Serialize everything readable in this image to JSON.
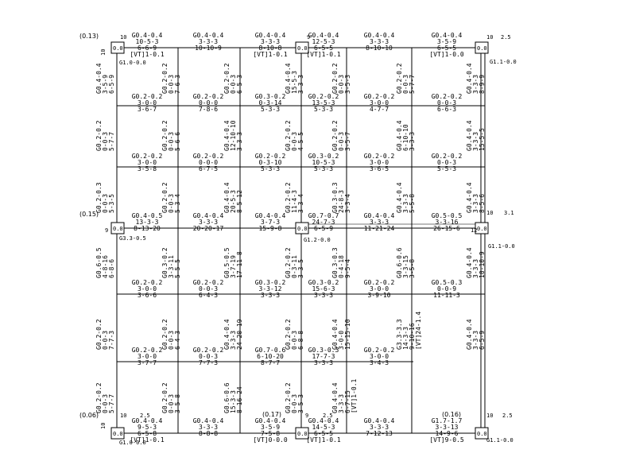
{
  "diagram": {
    "coef_labels": [
      "(0.13)",
      "(0.15)",
      "(0.06)",
      "(0.17)",
      "(0.16)"
    ],
    "column_value": "0.0",
    "column_tags": [
      "10",
      "9",
      "12",
      "2.5",
      "3.1"
    ],
    "joint_marks": [
      "G1.1-0.0",
      "G1.2-0.0",
      "G3.3-0.5",
      "G1.0-0.0"
    ],
    "beam_top": [
      {
        "group": "G0.4-0.4",
        "values": [
          "10-5-3",
          "6-6-9"
        ],
        "tag": "[VT]1-0.1"
      },
      {
        "group": "G0.4-0.4",
        "values": [
          "3-3-3",
          "10-10-9"
        ]
      },
      {
        "group": "G0.4-0.4",
        "values": [
          "3-3-3",
          "8-10-8"
        ],
        "tag": "[VT]1-0.1"
      },
      {
        "group": "G0.4-0.4",
        "values": [
          "12-5-3",
          "6-5-5"
        ],
        "tag": "[VT]1-0.1"
      },
      {
        "group": "G0.4-0.4",
        "values": [
          "3-3-3",
          "8-10-10"
        ]
      },
      {
        "group": "G0.4-0.4",
        "values": [
          "3-5-9",
          "6-5-5"
        ],
        "tag": "[VT]1-0.0"
      }
    ],
    "beam_row2": [
      {
        "group": "G0.2-0.2",
        "values": [
          "3-0-0",
          "3-6-7"
        ]
      },
      {
        "group": "G0.2-0.2",
        "values": [
          "0-0-0",
          "7-8-6"
        ]
      },
      {
        "group": "G0.3-0.2",
        "values": [
          "0-3-14",
          "5-3-3"
        ]
      },
      {
        "group": "G0.2-0.2",
        "values": [
          "13-5-3",
          "5-3-3"
        ]
      },
      {
        "group": "G0.2-0.2",
        "values": [
          "3-0-0",
          "4-7-7"
        ]
      },
      {
        "group": "G0.2-0.2",
        "values": [
          "0-0-3",
          "6-6-3"
        ]
      }
    ],
    "beam_row3": [
      {
        "group": "G0.2-0.2",
        "values": [
          "3-0-0",
          "3-5-8"
        ]
      },
      {
        "group": "G0.2-0.2",
        "values": [
          "0-0-0",
          "6-7-5"
        ]
      },
      {
        "group": "G0.2-0.2",
        "values": [
          "0-3-10",
          "5-3-3"
        ]
      },
      {
        "group": "G0.3-0.2",
        "values": [
          "10-5-3",
          "5-3-3"
        ]
      },
      {
        "group": "G0.2-0.2",
        "values": [
          "3-0-0",
          "3-6-5"
        ]
      },
      {
        "group": "G0.2-0.2",
        "values": [
          "0-0-3",
          "5-5-3"
        ]
      }
    ],
    "beam_mid": [
      {
        "group": "G0.4-0.5",
        "values": [
          "13-3-3",
          "8-13-20"
        ]
      },
      {
        "group": "G0.4-0.4",
        "values": [
          "3-3-3",
          "20-20-17"
        ]
      },
      {
        "group": "G0.4-0.4",
        "values": [
          "3-7-3",
          "15-9-8"
        ]
      },
      {
        "group": "G0.7-0.7",
        "values": [
          "24-7-3",
          "6-5-9"
        ]
      },
      {
        "group": "G0.4-0.4",
        "values": [
          "3-3-3",
          "11-21-24"
        ]
      },
      {
        "group": "G0.5-0.5",
        "values": [
          "3-3-16",
          "26-15-6"
        ]
      }
    ],
    "beam_row5": [
      {
        "group": "G0.2-0.2",
        "values": [
          "3-0-0",
          "3-6-6"
        ]
      },
      {
        "group": "G0.2-0.2",
        "values": [
          "0-0-3",
          "6-4-3"
        ]
      },
      {
        "group": "G0.3-0.2",
        "values": [
          "3-3-12",
          "3-3-3"
        ]
      },
      {
        "group": "G0.3-0.2",
        "values": [
          "15-6-3",
          "3-3-3"
        ]
      },
      {
        "group": "G0.2-0.2",
        "values": [
          "3-0-0",
          "3-9-10"
        ]
      },
      {
        "group": "G0.5-0.3",
        "values": [
          "0-0-9",
          "11-11-3"
        ]
      }
    ],
    "beam_row6": [
      {
        "group": "G0.2-0.2",
        "values": [
          "3-0-0",
          "3-7-7"
        ]
      },
      {
        "group": "G0.2-0.2",
        "values": [
          "0-0-3",
          "7-7-3"
        ]
      },
      {
        "group": "G0.7-0.6",
        "values": [
          "6-10-20",
          "8-7-7"
        ]
      },
      {
        "group": "G0.3-0.3",
        "values": [
          "17-7-3",
          "3-3-3"
        ]
      },
      {
        "group": "G0.2-0.2",
        "values": [
          "3-0-0",
          "3-4-3"
        ]
      }
    ],
    "beam_bottom": [
      {
        "group": "G0.4-0.4",
        "values": [
          "9-5-3",
          "6-5-8"
        ],
        "tag": "[VT]1-0.1"
      },
      {
        "group": "G0.4-0.4",
        "values": [
          "3-3-3",
          "8-8-8"
        ]
      },
      {
        "group": "G0.4-0.4",
        "values": [
          "3-5-9",
          "7-5-8"
        ],
        "tag": "[VT]0-0.0"
      },
      {
        "group": "G0.4-0.4",
        "values": [
          "14-5-3",
          "6-5-5"
        ],
        "tag": "[VT]1-0.1"
      },
      {
        "group": "G0.4-0.4",
        "values": [
          "3-3-3",
          "7-12-13"
        ]
      },
      {
        "group": "G1.7-1.7",
        "values": [
          "3-3-13",
          "14-9-6"
        ],
        "tag": "[VT]9-0.5"
      }
    ],
    "vertical_labels": [
      {
        "group": "G0.4-0.4",
        "values": [
          "3-5-9",
          "6-5-9"
        ]
      },
      {
        "group": "G0.2-0.2",
        "values": [
          "0-0-3",
          "7-6-3"
        ]
      },
      {
        "group": "G0.2-0.2",
        "values": [
          "0-0-3",
          "6-5-3"
        ]
      },
      {
        "group": "G0.4-0.4",
        "values": [
          "15-5-3",
          "3-3-3"
        ]
      },
      {
        "group": "G0.2-0.2",
        "values": [
          "0-0-3",
          "3-5-3"
        ]
      },
      {
        "group": "G0.2-0.2",
        "values": [
          "0-0-3",
          "5-7-7"
        ]
      },
      {
        "group": "G0.4-0.4",
        "values": [
          "3-3-3",
          "8-9-9"
        ]
      },
      {
        "group": "G0.2-0.2",
        "values": [
          "0-0-3",
          "5-7-7"
        ]
      },
      {
        "group": "G0.2-0.2",
        "values": [
          "0-0-3",
          "5-6-6"
        ]
      },
      {
        "group": "G0.4-0.4",
        "values": [
          "12-10-10",
          "3-3-3"
        ]
      },
      {
        "group": "G0.2-0.2",
        "values": [
          "0-0-3",
          "4-5-5"
        ]
      },
      {
        "group": "G0.2-0.2",
        "values": [
          "0-0-3",
          "3-5-7"
        ]
      },
      {
        "group": "G0.4-0.4",
        "values": [
          "6-10-10",
          "3-3-3"
        ]
      },
      {
        "group": "G0.4-0.4",
        "values": [
          "3-3-3",
          "15-5-5"
        ]
      },
      {
        "group": "G0.2-0.3",
        "values": [
          "0-0-3",
          "5-3-5"
        ]
      },
      {
        "group": "G0.2-0.2",
        "values": [
          "0-0-3",
          "5-3-4"
        ]
      },
      {
        "group": "G0.4-0.4",
        "values": [
          "20-5-3",
          "8-5-12"
        ]
      },
      {
        "group": "G0.2-0.2",
        "values": [
          "11-4-3",
          "3-3-4"
        ]
      },
      {
        "group": "G0.3-0.3",
        "values": [
          "24-8-3",
          "3-3-4"
        ]
      },
      {
        "group": "G0.4-0.4",
        "values": [
          "3-3-3",
          "5-5-8"
        ]
      },
      {
        "group": "G0.4-0.4",
        "values": [
          "3-3-3",
          "8-5-6"
        ]
      },
      {
        "group": "G0.6-0.5",
        "values": [
          "4-8-16",
          "6-8-6"
        ]
      },
      {
        "group": "G0.3-0.2",
        "values": [
          "3-3-11",
          "5-5-5"
        ]
      },
      {
        "group": "G0.5-0.5",
        "values": [
          "3-7-19",
          "17-11-8"
        ]
      },
      {
        "group": "G0.2-0.2",
        "values": [
          "0-3-11",
          "3-3-5"
        ]
      },
      {
        "group": "G0.3-0.3",
        "values": [
          "0-4-18",
          "9-5-4"
        ]
      },
      {
        "group": "G0.6-0.6",
        "values": [
          "3-3-15",
          "3-5-8"
        ]
      },
      {
        "group": "G0.4-0.4",
        "values": [
          "3-3-3",
          "10-10-9"
        ]
      },
      {
        "group": "G0.2-0.2",
        "values": [
          "0-0-3",
          "7-7-3"
        ]
      },
      {
        "group": "G0.2-0.2",
        "values": [
          "0-0-3",
          "6-4-3"
        ]
      },
      {
        "group": "G0.4-0.4",
        "values": [
          "3-3-3",
          "24-20-19"
        ]
      },
      {
        "group": "G0.2-0.2",
        "values": [
          "0-0-3",
          "6-8-8"
        ]
      },
      {
        "group": "G0.4-0.4",
        "values": [
          "3-0-0",
          "15-15-10"
        ]
      },
      {
        "group": "G3.3-3.3",
        "values": [
          "14-3-3",
          "9-10-16"
        ],
        "tag": "[VT]24-1.4"
      },
      {
        "group": "G0.4-0.4",
        "values": [
          "3-3-3",
          "6-5-9"
        ]
      },
      {
        "group": "G0.2-0.2",
        "values": [
          "0-0-3",
          "5-7-7"
        ]
      },
      {
        "group": "G0.2-0.2",
        "values": [
          "0-0-3",
          "3-5-8"
        ]
      },
      {
        "group": "G0.6-0.6",
        "values": [
          "15-3-3",
          "8-16-24"
        ]
      },
      {
        "group": "G0.2-0.2",
        "values": [
          "0-0-3",
          "3-5-3"
        ]
      },
      {
        "group": "G0.4-0.4",
        "values": [
          "3-3-3",
          "6-7-15"
        ],
        "tag": "[VT]1-0.1"
      }
    ]
  }
}
